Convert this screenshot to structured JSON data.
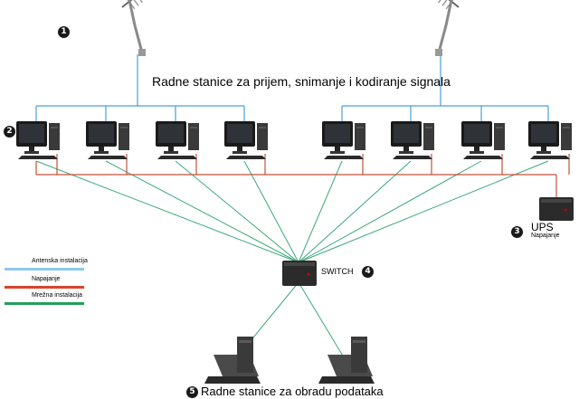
{
  "title": "Radne stanice za prijem, snimanje i kodiranje signala",
  "markers": {
    "antenna": "1",
    "workstations": "2",
    "ups": "3",
    "switch": "4",
    "processing": "5"
  },
  "ups": {
    "label": "UPS",
    "sublabel": "Napajanje"
  },
  "switch": {
    "label": "SWITCH"
  },
  "bottom_label": "Radne stanice za obradu podataka",
  "legend": [
    {
      "label": "Antenska instalacija",
      "color": "#8cc8ea"
    },
    {
      "label": "Napajanje",
      "color": "#d9442b"
    },
    {
      "label": "Mrežna instalacija",
      "color": "#22a05a"
    }
  ],
  "colors": {
    "antenna_line": "#4aa0d8",
    "power_line": "#c8503a",
    "network_line": "#3aa97a"
  },
  "workstation_count": 8,
  "processing_station_count": 2
}
